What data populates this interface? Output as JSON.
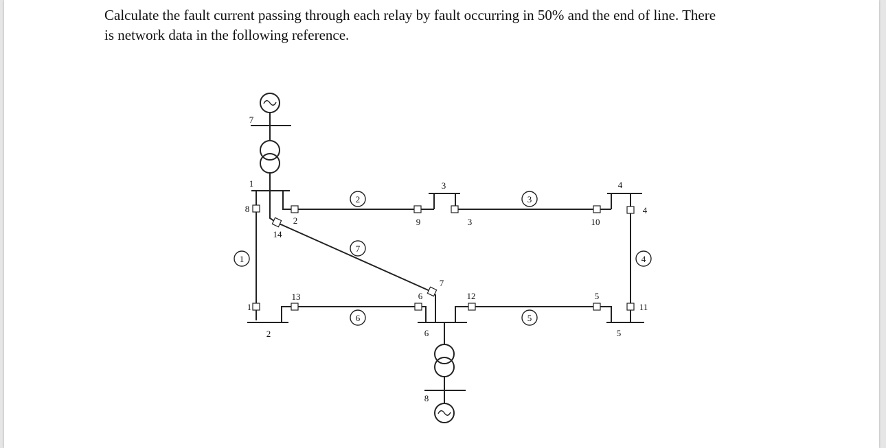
{
  "question": {
    "line1": "Calculate the fault current passing through each relay by fault occurring in 50% and the end of line. There",
    "line2": "is network data in the following reference."
  },
  "diagram": {
    "bus_labels": {
      "b1": "1",
      "b2": "2",
      "b3": "3",
      "b4": "4",
      "b5": "5",
      "b6": "6",
      "b7": "7",
      "b8": "8"
    },
    "line_labels": {
      "l1": "1",
      "l2": "2",
      "l3": "3",
      "l4": "4",
      "l5": "5",
      "l6": "6",
      "l7": "7"
    },
    "relay_labels": {
      "r1": "1",
      "r2": "2",
      "r3": "3",
      "r4": "4",
      "r5": "5",
      "r6": "6",
      "r7": "7",
      "r8": "8",
      "r9": "9",
      "r10": "10",
      "r11": "11",
      "r12": "12",
      "r13": "13",
      "r14": "14"
    }
  }
}
